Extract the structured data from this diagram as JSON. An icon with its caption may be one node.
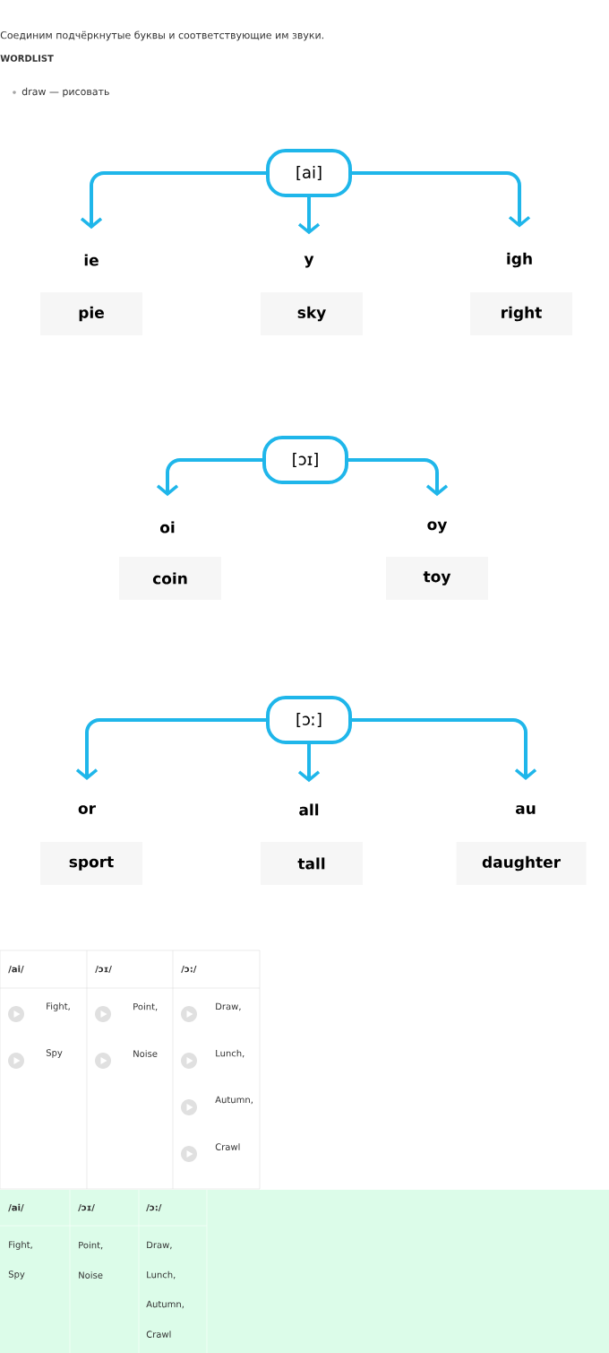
{
  "diagram": {
    "title": "Соединим подчёркнутые буквы и соответствующие им звуки.",
    "nodes": [
      {
        "text": [
          "[ai]"
        ]
      },
      {
        "text": [
          "ie"
        ]
      },
      {
        "text": [
          "y"
        ]
      },
      {
        "text": [
          "igh"
        ]
      },
      {
        "text": [
          "pie"
        ]
      },
      {
        "text": [
          "sky"
        ]
      },
      {
        "text": [
          "right"
        ]
      },
      {
        "text": [
          "[ɔɪ]"
        ]
      },
      {
        "text": [
          "oi"
        ]
      },
      {
        "text": [
          "oy"
        ]
      },
      {
        "text": [
          "coin"
        ]
      },
      {
        "text": [
          "toy"
        ]
      },
      {
        "text": [
          "[ɔː]"
        ]
      },
      {
        "text": [
          "or"
        ]
      },
      {
        "text": [
          "all"
        ]
      },
      {
        "text": [
          "au"
        ]
      },
      {
        "text": [
          "sport"
        ]
      },
      {
        "text": [
          "tall"
        ]
      },
      {
        "text": [
          "daughter"
        ]
      }
    ],
    "edges": [
      {
        "from": 0,
        "to": 1,
        "arrow": "to"
      },
      {
        "from": 0,
        "to": 2,
        "arrow": "to"
      },
      {
        "from": 0,
        "to": 3,
        "arrow": "to"
      },
      {
        "from": 7,
        "to": 8,
        "arrow": "to"
      },
      {
        "from": 7,
        "to": 9,
        "arrow": "to"
      },
      {
        "from": 12,
        "to": 13,
        "arrow": "to"
      },
      {
        "from": 12,
        "to": 14,
        "arrow": "to"
      },
      {
        "from": 12,
        "to": 15,
        "arrow": "to"
      }
    ],
    "labels": [
      "WORDLIST",
      "draw — рисовать",
      "/ai/",
      "/ɔɪ/",
      "/ɔ:/",
      "Fight,",
      "Spy",
      "Point,",
      "Noise",
      "Draw,",
      "Lunch,",
      "Autumn,",
      "Crawl",
      "/ai/",
      "/ɔɪ/",
      "/ɔ:/",
      "Fight,",
      "Spy",
      "Point,",
      "Noise",
      "Draw,",
      "Lunch,",
      "Autumn,",
      "Crawl"
    ]
  }
}
